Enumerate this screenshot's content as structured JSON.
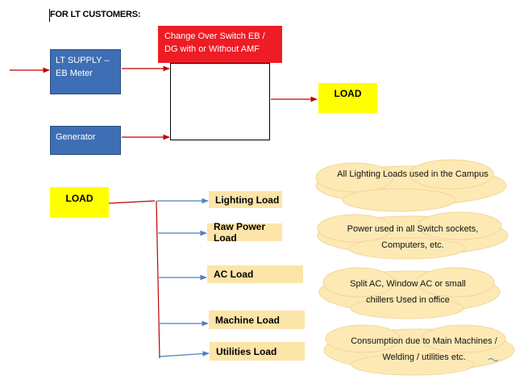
{
  "title": "FOR LT CUSTOMERS:",
  "sources": {
    "lt_supply": "LT SUPPLY – EB Meter",
    "generator": "Generator"
  },
  "changeover": {
    "label": "Change Over Switch EB / DG with or Without AMF",
    "image": "changeover-switch-panel"
  },
  "output": {
    "load": "LOAD"
  },
  "load_tree": {
    "root": "LOAD",
    "categories": [
      {
        "name": "Lighting Load",
        "description": "All Lighting Loads used in the Campus"
      },
      {
        "name": "Raw Power Load",
        "description": "Power used in all Switch sockets, Computers, etc."
      },
      {
        "name": "AC Load",
        "description": "Split AC, Window AC or small chillers Used in office"
      },
      {
        "name": "Machine Load",
        "description": ""
      },
      {
        "name": "Utilities Load",
        "description": "Consumption due to Main Machines / Welding / utilities etc."
      }
    ]
  },
  "colors": {
    "source_box": "#3e6fb5",
    "changeover_label": "#ee1c24",
    "load_box": "#ffff00",
    "category_box": "#fde4a8",
    "cloud_fill": "#fde9b4",
    "red_arrow": "#c00000",
    "blue_arrow": "#4f81bd"
  }
}
